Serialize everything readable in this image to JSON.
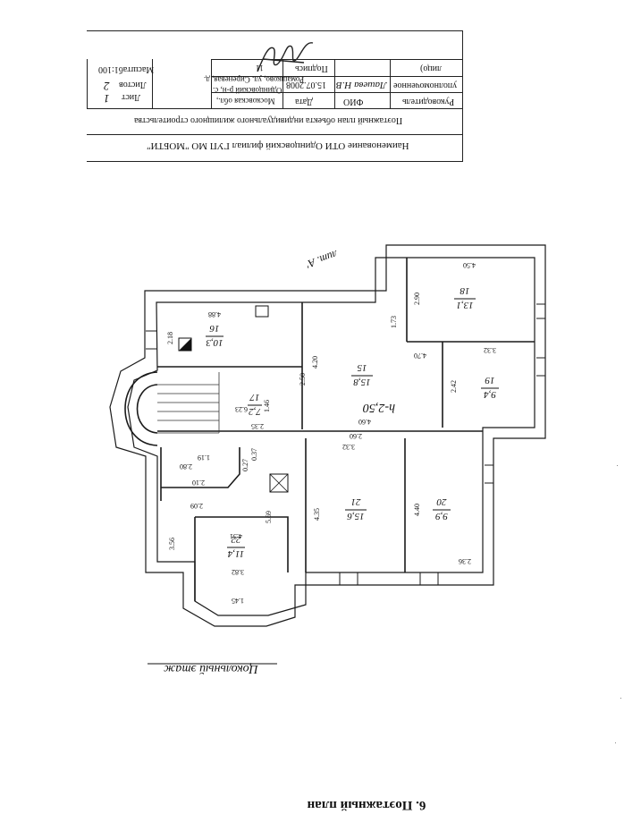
{
  "title_block": {
    "org_name": "Наименование ОТИ Одинцовский филиал ГУП МО \"МОБТИ\"",
    "plan_title": "Поэтажный план объекта индивидуального жилищного строительства",
    "role_head": "Руководитель",
    "role_auth": "уполномоченное",
    "role_auth2": "лицо)",
    "col_fio": "ФИО",
    "col_date": "Дата",
    "col_sign": "Подпись",
    "fio_value": "Лашева Н.В",
    "date_value": "15.07.2008",
    "address_1": "Московская обл.,",
    "address_2": "Одинцовский р-н, с.",
    "address_3": "Ромашково, ул. Сиреневая, д.",
    "address_4": "11",
    "sheet_label": "Лист",
    "sheet_value": "1",
    "sheets_label": "Листов",
    "sheets_value": "2",
    "scale": "Масштаб1:100"
  },
  "plan": {
    "litera": "лит. А'",
    "floor_label": "Цокольный этаж",
    "height": "h-2,50",
    "bottom_title": "6. Поэтажный план",
    "rooms": [
      {
        "num": "18",
        "area": "13,1"
      },
      {
        "num": "19",
        "area": "9,4"
      },
      {
        "num": "15",
        "area": "15,8"
      },
      {
        "num": "16",
        "area": "10,3"
      },
      {
        "num": "17",
        "area": "7,2"
      },
      {
        "num": "21",
        "area": "15,6"
      },
      {
        "num": "20",
        "area": "9,9"
      },
      {
        "num": "22",
        "area": "11,4"
      }
    ],
    "dims": {
      "d450": "4.50",
      "d290": "2.90",
      "d173": "1.73",
      "d332a": "3.32",
      "d242": "2.42",
      "d470": "4.70",
      "d460": "4.60",
      "d420": "4.20",
      "d488": "4.88",
      "d218": "2.18",
      "d260": "2.60",
      "d332b": "3.32",
      "d623": "6.23",
      "d146": "1.46",
      "d235": "2.35",
      "d435": "4.35",
      "d440": "4.40",
      "d236": "2.36",
      "d569": "5.69",
      "d356": "3.56",
      "d382": "3.82",
      "d145": "1.45",
      "d209": "2.09",
      "d280": "2.80",
      "d210": "2.10",
      "d119": "1.19",
      "d037": "0.37",
      "d027": "0.27",
      "d451": "4.51",
      "d250": "2.50"
    }
  }
}
